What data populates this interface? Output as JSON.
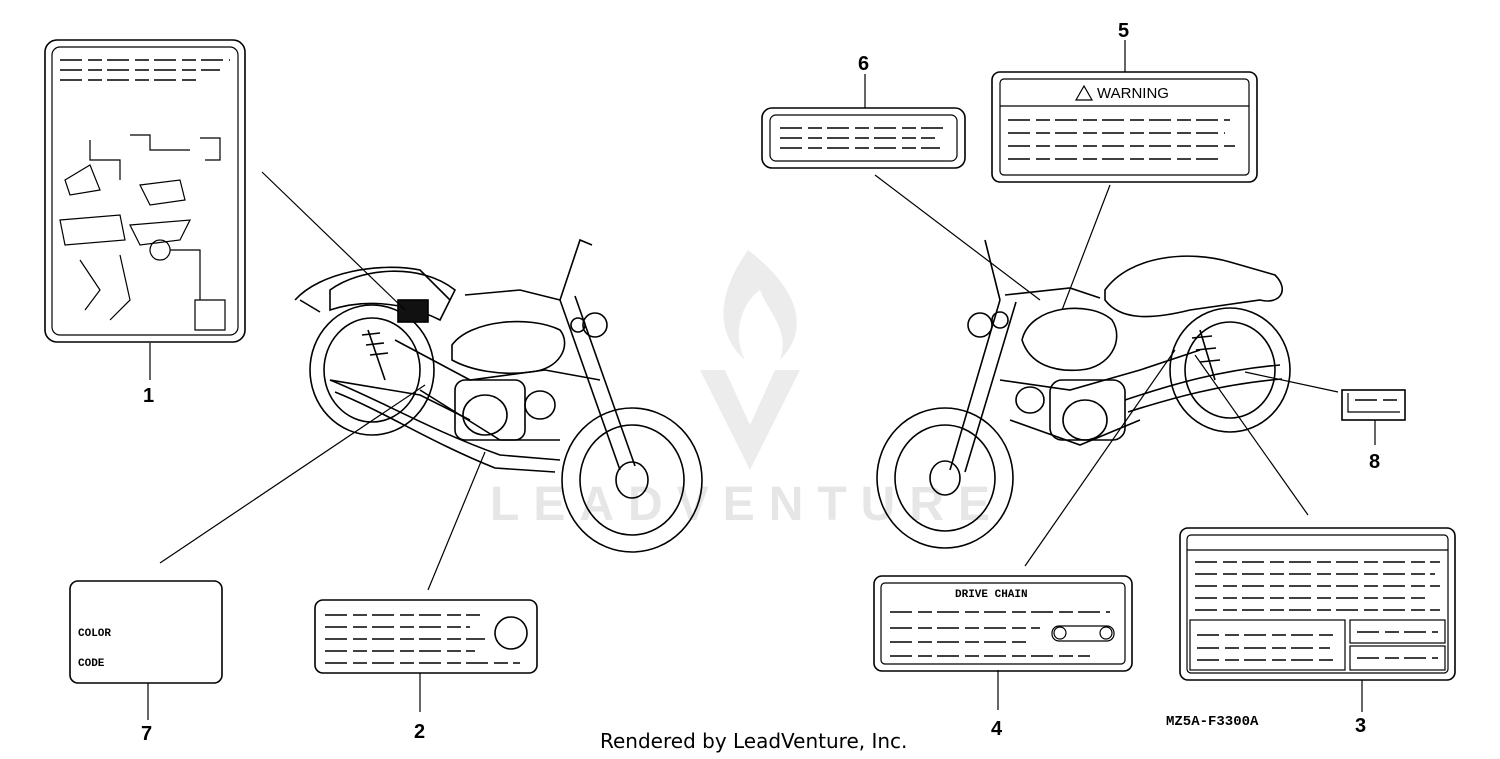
{
  "callouts": {
    "c1": "1",
    "c2": "2",
    "c3": "3",
    "c4": "4",
    "c5": "5",
    "c6": "6",
    "c7": "7",
    "c8": "8"
  },
  "labels": {
    "warning_text": "WARNING",
    "drive_chain_text": "DRIVE CHAIN",
    "color_text": "COLOR",
    "code_text": "CODE"
  },
  "diagram_code": "MZ5A-F3300A",
  "credit": "Rendered by LeadVenture, Inc.",
  "watermark": "LEADVENTURE",
  "icons": [
    "warning-triangle-icon",
    "leadventure-logo-icon"
  ],
  "colors": {
    "ink": "#000000",
    "watermark": "#e6e6e6",
    "background": "#ffffff"
  }
}
